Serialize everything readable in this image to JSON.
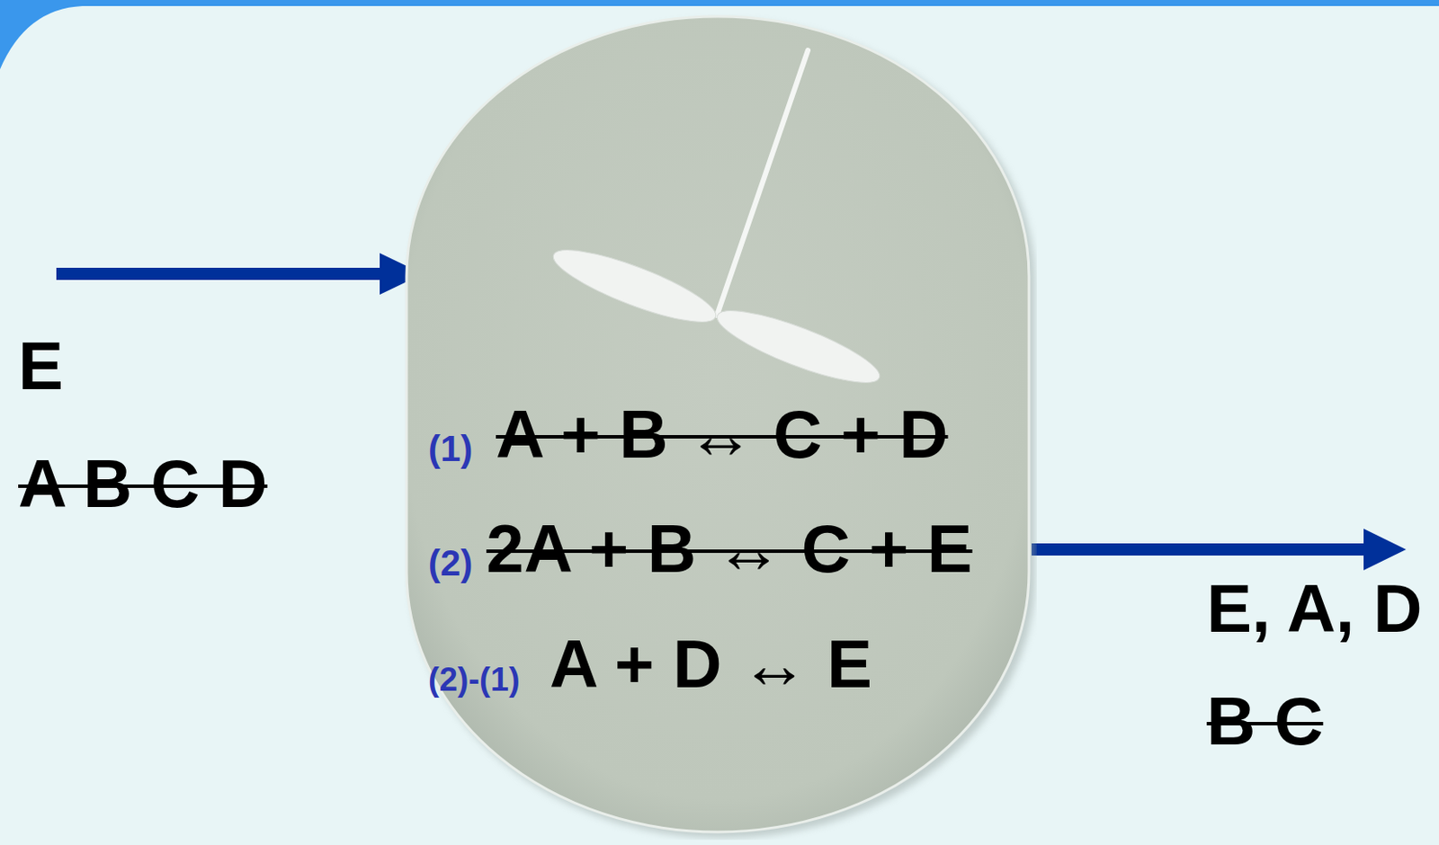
{
  "diagram": {
    "nodes": [
      {
        "text": [
          "(1)",
          "A + B ↔ C + D",
          "(2)",
          "2A + B ↔ C + E",
          "(2)-(1)",
          "A + D ↔ E"
        ]
      }
    ],
    "labels": [
      "E",
      "A B C D",
      "E, A, D",
      "B C"
    ]
  }
}
